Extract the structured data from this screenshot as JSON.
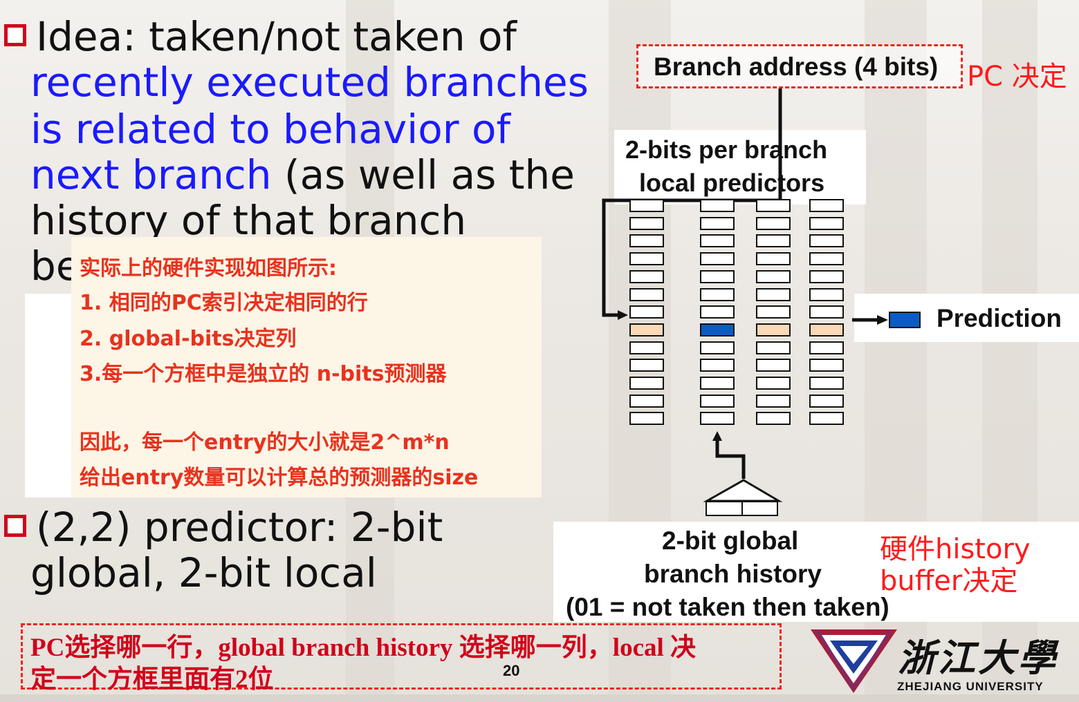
{
  "slide": {
    "bullet1_lines": [
      {
        "text": "Idea: taken/not taken of",
        "color": "black"
      },
      {
        "text": "recently executed branches",
        "color": "blue"
      },
      {
        "text": "is related to behavior of",
        "color": "blue"
      }
    ],
    "bullet1_line4_blue": "next branch",
    "bullet1_line4_black": " (as well as the",
    "bullet1_line5": "history of that branch",
    "bullet1_line6": "be",
    "bullet2_line1": "(2,2) predictor: 2-bit",
    "bullet2_line2": "global, 2-bit local",
    "page_number": "20"
  },
  "note": {
    "lines": [
      "实际上的硬件实现如图所示:",
      "1. 相同的PC索引决定相同的行",
      "2. global-bits决定列",
      "3.每一个方框中是独立的 n-bits预测器",
      "",
      "因此，每一个entry的大小就是2^m*n",
      "给出entry数量可以计算总的预测器的size"
    ]
  },
  "diagram": {
    "branch_address": "Branch address (4 bits)",
    "pc_decides": "PC 决定",
    "local_predictors_line1": "2-bits per branch",
    "local_predictors_line2": "local predictors",
    "prediction": "Prediction",
    "global_history_line1": "2-bit global",
    "global_history_line2": "branch history",
    "global_history_line3": "(01 = not taken then taken)",
    "hw_buffer_line1": "硬件history",
    "hw_buffer_line2": "buffer决定",
    "rows_per_column": 13,
    "highlighted_row": 7,
    "selected_column": 2,
    "highlight_color": "#fbd9b7",
    "selected_color": "#0a5cc4"
  },
  "footer_note": {
    "line1": "PC选择哪一行，global  branch history 选择哪一列，local 决",
    "line2": "定一个方框里面有2位"
  },
  "logo": {
    "chinese_name": "浙江大學",
    "english_name": "ZHEJIANG UNIVERSITY"
  }
}
